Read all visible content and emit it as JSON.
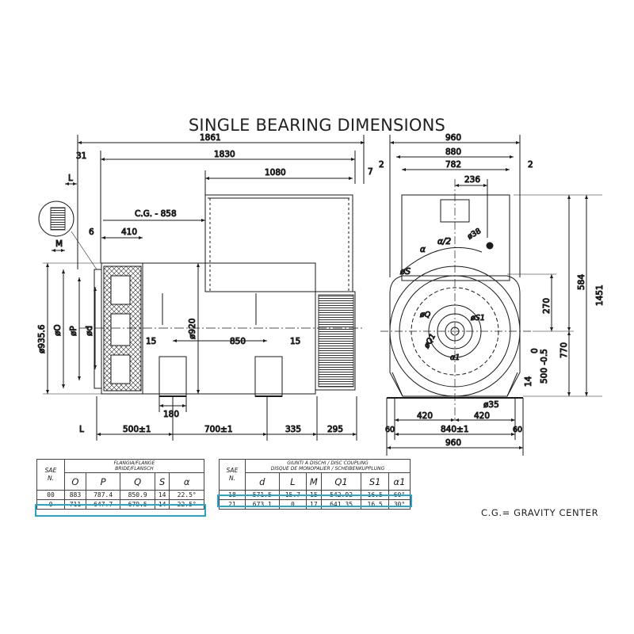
{
  "title": "SINGLE BEARING DIMENSIONS",
  "side_view": {
    "dims": {
      "overall": "1861",
      "body": "1830",
      "top_box": "1080",
      "left_gap": "31",
      "right_gap": "7",
      "cg": "C.G. - 858",
      "flange": "410",
      "six": "6",
      "dia_body": "ø920",
      "dia_9356": "ø935.6",
      "dia_O": "øO",
      "dia_P": "øP",
      "dia_d": "ød",
      "feet_span": "850",
      "feet_margin_left": "15",
      "feet_margin_right": "15",
      "foot_width": "180",
      "bottom_L": "L",
      "bottom_500": "500±1",
      "bottom_700": "700±1",
      "bottom_335": "335",
      "bottom_295": "295",
      "detail_L": "L",
      "detail_M": "M"
    }
  },
  "front_view": {
    "dims": {
      "w960_top": "960",
      "w880": "880",
      "w782": "782",
      "left2": "2",
      "right2": "2",
      "w236": "236",
      "d38": "ø38",
      "alpha": "α",
      "alpha_half": "α/2",
      "dS": "øS",
      "dQ": "øQ",
      "dS1": "øS1",
      "dQ1": "øQ1",
      "alpha1": "α1",
      "h584": "584",
      "h1451": "1451",
      "h270": "270",
      "h770": "770",
      "h500": "500 -0.5",
      "h0": "0",
      "h14": "14",
      "d35": "ø35",
      "w420_left": "420",
      "w420_right": "420",
      "w840": "840±1",
      "w60_left": "60",
      "w60_right": "60",
      "w960_bottom": "960"
    }
  },
  "flange_table": {
    "header_line1": "FLANGIA/FLANGE",
    "header_line2": "BRIDE/FLANSCH",
    "sae_line1": "SAE",
    "sae_line2": "N.",
    "columns": [
      "O",
      "P",
      "Q",
      "S",
      "α"
    ],
    "rows": [
      {
        "sae": "00",
        "values": [
          "883",
          "787.4",
          "850.9",
          "14",
          "22.5°"
        ]
      },
      {
        "sae": "0",
        "values": [
          "711",
          "647.7",
          "679.5",
          "14",
          "22.5°"
        ]
      }
    ]
  },
  "coupling_table": {
    "header_line1": "GIUNTI A DISCHI / DISC COUPLING",
    "header_line2": "DISQUE DE MONOPALIER / SCHEIBENKUPPLUNG",
    "sae_line1": "SAE",
    "sae_line2": "N.",
    "columns": [
      "d",
      "L",
      "M",
      "Q1",
      "S1",
      "α1"
    ],
    "rows": [
      {
        "sae": "18",
        "values": [
          "571.5",
          "15.7",
          "15",
          "542.92",
          "16.5",
          "60°"
        ]
      },
      {
        "sae": "21",
        "values": [
          "673.1",
          "0",
          "17",
          "641.35",
          "16.5",
          "30°"
        ]
      }
    ]
  },
  "legend": "C.G.= GRAVITY CENTER",
  "colors": {
    "line": "#1a1a1a",
    "highlight": "#2aa6c2"
  }
}
